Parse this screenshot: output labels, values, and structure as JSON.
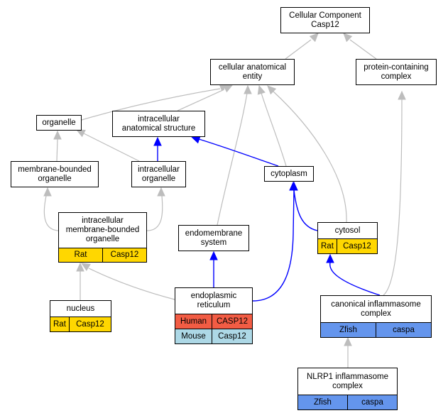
{
  "colors": {
    "gray_edge": "#bdbdbd",
    "blue_edge": "#0000ff",
    "rat": "#ffd700",
    "human": "#f25c44",
    "mouse": "#add8e6",
    "zfish": "#6495ed"
  },
  "nodes": {
    "root": "Cellular Component\nCasp12",
    "cae": "cellular anatomical\nentity",
    "pcc": "protein-containing\ncomplex",
    "organelle": "organelle",
    "ias": "intracellular\nanatomical structure",
    "mbo": "membrane-bounded\norganelle",
    "io": "intracellular\norganelle",
    "cytoplasm": "cytoplasm",
    "imbo": "intracellular\nmembrane-bounded\norganelle",
    "imbo_species": "Rat",
    "imbo_gene": "Casp12",
    "endomembrane": "endomembrane\nsystem",
    "cytosol": "cytosol",
    "cytosol_species": "Rat",
    "cytosol_gene": "Casp12",
    "nucleus": "nucleus",
    "nucleus_species": "Rat",
    "nucleus_gene": "Casp12",
    "er": "endoplasmic\nreticulum",
    "er_species_1": "Human",
    "er_gene_1": "CASP12",
    "er_species_2": "Mouse",
    "er_gene_2": "Casp12",
    "cic": "canonical inflammasome\ncomplex",
    "cic_species": "Zfish",
    "cic_gene": "caspa",
    "nlrp1": "NLRP1 inflammasome\ncomplex",
    "nlrp1_species": "Zfish",
    "nlrp1_gene": "caspa"
  }
}
